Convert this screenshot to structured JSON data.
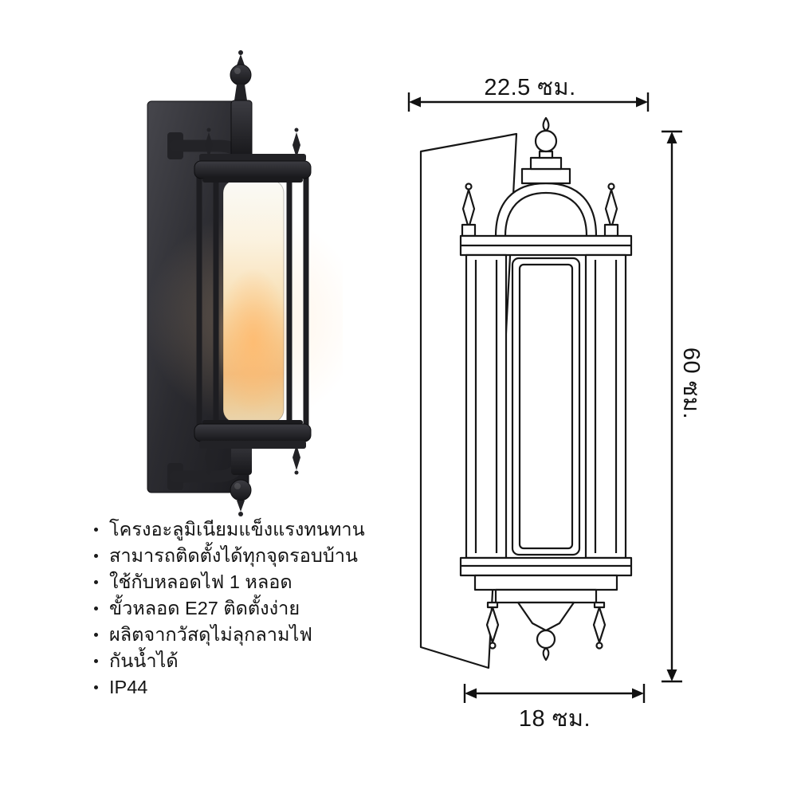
{
  "dimensions": {
    "top_width": "22.5 ซม.",
    "height": "60 ซม.",
    "bottom_width": "18 ซม."
  },
  "features": [
    "โครงอะลูมิเนียมแข็งแรงทนทาน",
    "สามารถติดตั้งได้ทุกจุดรอบบ้าน",
    "ใช้กับหลอดไฟ 1 หลอด",
    "ขั้วหลอด E27 ติดตั้งง่าย",
    "ผลิตจากวัสดุไม่ลุกลามไฟ",
    "กันน้ำได้",
    "IP44"
  ],
  "colors": {
    "background": "#ffffff",
    "lamp_metal": "#232327",
    "glow_warm": "#f2c189",
    "drawing_line": "#161616",
    "text": "#141414"
  }
}
